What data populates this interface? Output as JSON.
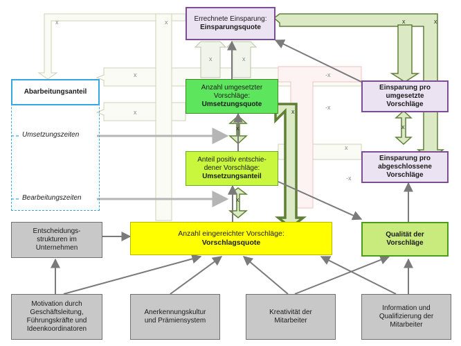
{
  "boxes": {
    "savings_rate": {
      "line1": "Errechnete Einsparung:",
      "line2": "Einsparungsquote"
    },
    "implemented_count": {
      "line1": "Anzahl umgesetzter",
      "line2": "Vorschläge:",
      "line3": "Umsetzungsquote"
    },
    "positive_share": {
      "line1": "Anteil positiv entschie-",
      "line2": "dener Vorschläge:",
      "line3": "Umsetzungsanteil"
    },
    "submitted_count": {
      "line1": "Anzahl eingereichter Vorschläge:",
      "line2": "Vorschlagsquote"
    },
    "processing_share": {
      "line1": "Abarbeitungsanteil"
    },
    "savings_per_implemented": {
      "line1": "Einsparung pro",
      "line2": "umgesetzte",
      "line3": "Vorschläge"
    },
    "savings_per_completed": {
      "line1": "Einsparung pro",
      "line2": "abgeschlossene",
      "line3": "Vorschläge"
    },
    "decision_structures": {
      "line1": "Entscheidungs-",
      "line2": "strukturen im",
      "line3": "Unternehmen"
    },
    "quality": {
      "line1": "Qualität der",
      "line2": "Vorschläge"
    },
    "motivation": {
      "line1": "Motivation durch",
      "line2": "Geschäftsleitung,",
      "line3": "Führungskräfte und",
      "line4": "Ideenkoordinatoren"
    },
    "recognition": {
      "line1": "Anerkennungskultur",
      "line2": "und Prämiensystem"
    },
    "creativity": {
      "line1": "Kreativität der",
      "line2": "Mitarbeiter"
    },
    "information": {
      "line1": "Information und",
      "line2": "Qualifizierung der",
      "line3": "Mitarbeiter"
    }
  },
  "side_labels": {
    "implementation_times": "Umsetzungszeiten",
    "processing_times": "Bearbeitungszeiten"
  },
  "operators": {
    "multiply": "x",
    "negative_multiply": "-x"
  },
  "colors": {
    "gray": "#c8c8c8",
    "purple": "#ece3f2",
    "green": "#5de65d",
    "lime": "#c9f73d",
    "yellow": "#ffff00",
    "quality": "#c9ea7c",
    "arrow_green": "#dbe9c4",
    "dashed_blue": "#35a7e0"
  }
}
